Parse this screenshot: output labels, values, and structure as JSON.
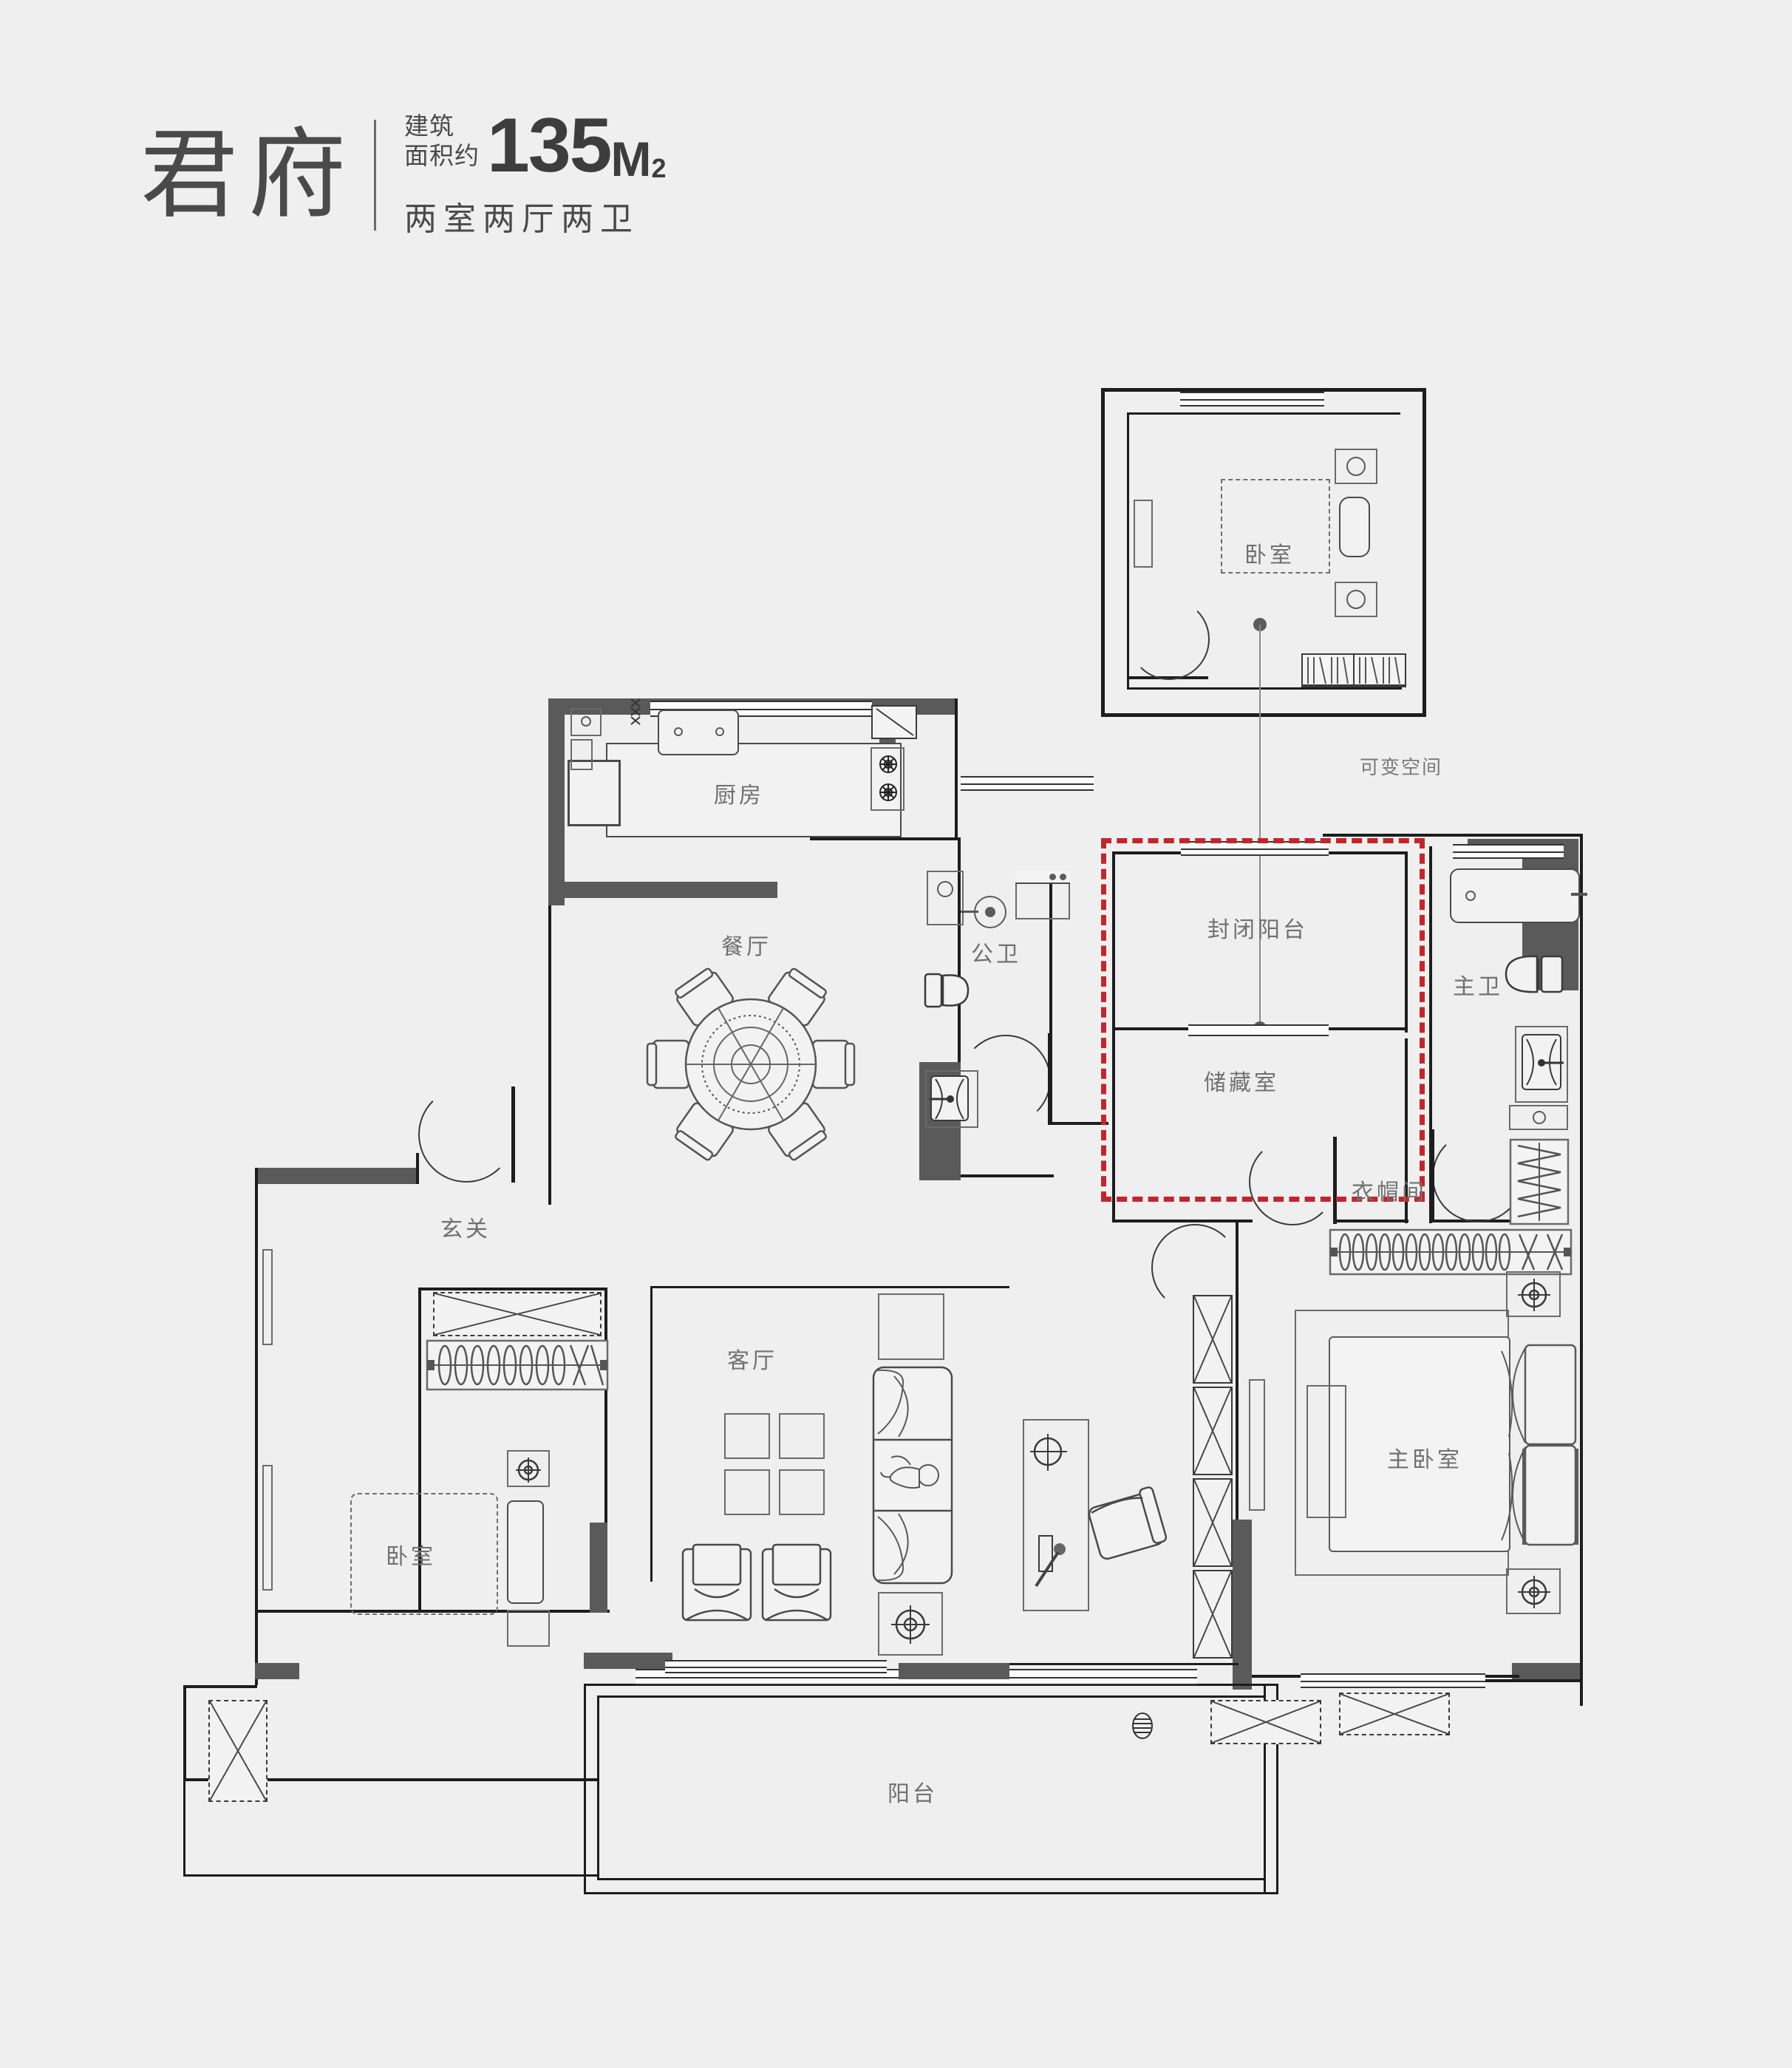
{
  "header": {
    "brand": "君府",
    "label_line1": "建筑",
    "label_line2": "面积约",
    "area_number": "135",
    "area_unit": "M",
    "area_sup": "2",
    "rooms_line": "两室两厅两卫"
  },
  "inset": {
    "room_label": "卧室",
    "caption": "可变空间"
  },
  "rooms": {
    "kitchen": "厨房",
    "dining": "餐厅",
    "entry": "玄关",
    "guest_bath": "公卫",
    "enclosed_balcony": "封闭阳台",
    "storage": "储藏室",
    "master_bath": "主卫",
    "walk_in_closet": "衣帽间",
    "master_bedroom": "主卧室",
    "bedroom2": "卧室",
    "living": "客厅",
    "balcony": "阳台"
  },
  "colors": {
    "background": "#efefef",
    "wall": "#1d1d1d",
    "structural_wall": "#5a5a5a",
    "label_text": "#707070",
    "highlight_dashed": "#c0272d",
    "brand_text": "#4a4a4a"
  }
}
